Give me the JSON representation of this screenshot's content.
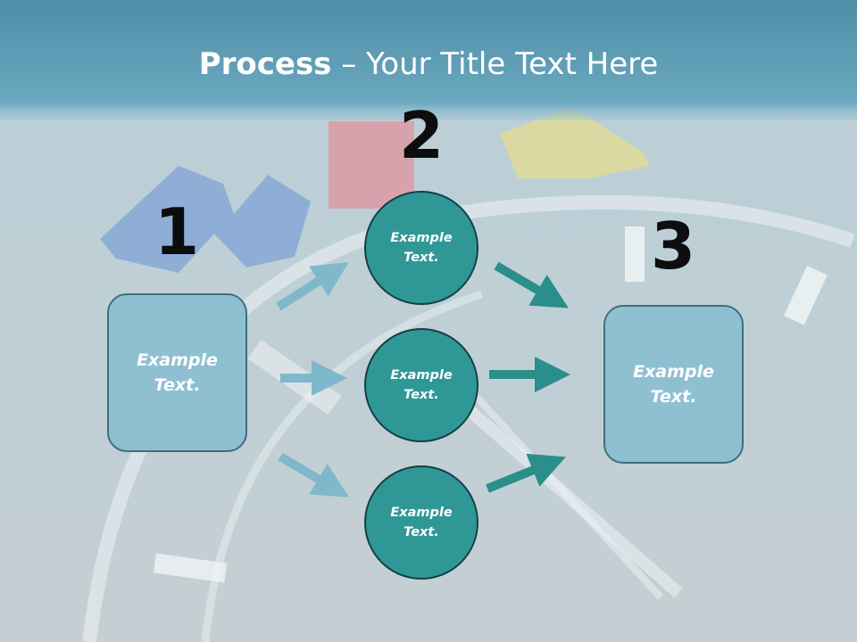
{
  "slide": {
    "title_bold": "Process",
    "title_rest": " – Your Title Text Here"
  },
  "steps": {
    "one": "1",
    "two": "2",
    "three": "3"
  },
  "left_box": {
    "text": "Example Text."
  },
  "circles": [
    {
      "text": "Example Text."
    },
    {
      "text": "Example Text."
    },
    {
      "text": "Example Text."
    }
  ],
  "right_box": {
    "text": "Example Text."
  },
  "colors": {
    "header_band": "#5a97ad",
    "box_fill": "#8fc0d2",
    "circle_fill": "#2f9896",
    "arrow_light": "#7fb8cb",
    "arrow_dark": "#2a8e8b"
  }
}
